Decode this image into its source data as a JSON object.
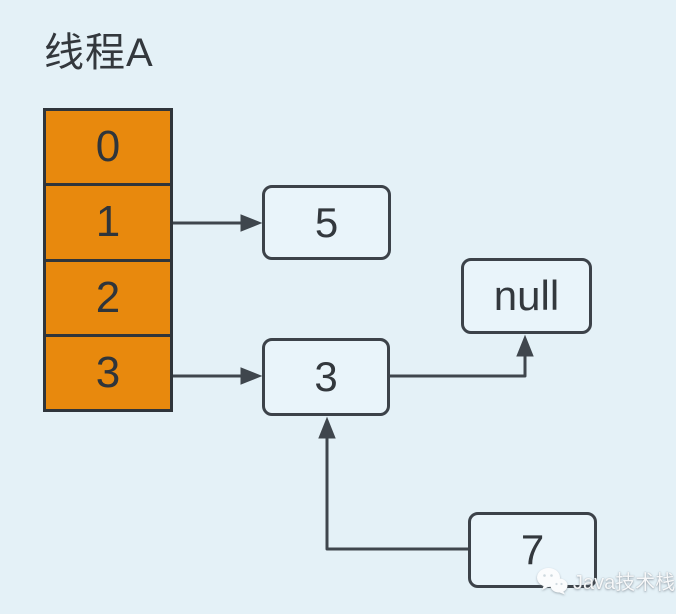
{
  "title": "线程A",
  "colors": {
    "background": "#e4f1f7",
    "bucket_fill": "#e8890d",
    "bucket_border": "#2f353b",
    "node_border": "#3c4249",
    "wire": "#3f464d",
    "text": "#33383d",
    "watermark_text": "#f7f8f9"
  },
  "array": {
    "cells": [
      {
        "label": "0"
      },
      {
        "label": "1"
      },
      {
        "label": "2"
      },
      {
        "label": "3"
      }
    ]
  },
  "nodes": {
    "n5": {
      "label": "5"
    },
    "nnull": {
      "label": "null"
    },
    "n3": {
      "label": "3"
    },
    "n7": {
      "label": "7"
    }
  },
  "edges": [
    {
      "from": "bucket-cell-1",
      "to": "node-5"
    },
    {
      "from": "bucket-cell-3",
      "to": "node-3"
    },
    {
      "from": "node-3",
      "to": "node-null"
    },
    {
      "from": "node-7",
      "to": "node-3"
    }
  ],
  "watermark": {
    "icon": "wechat-icon",
    "text": "Java技术栈"
  }
}
